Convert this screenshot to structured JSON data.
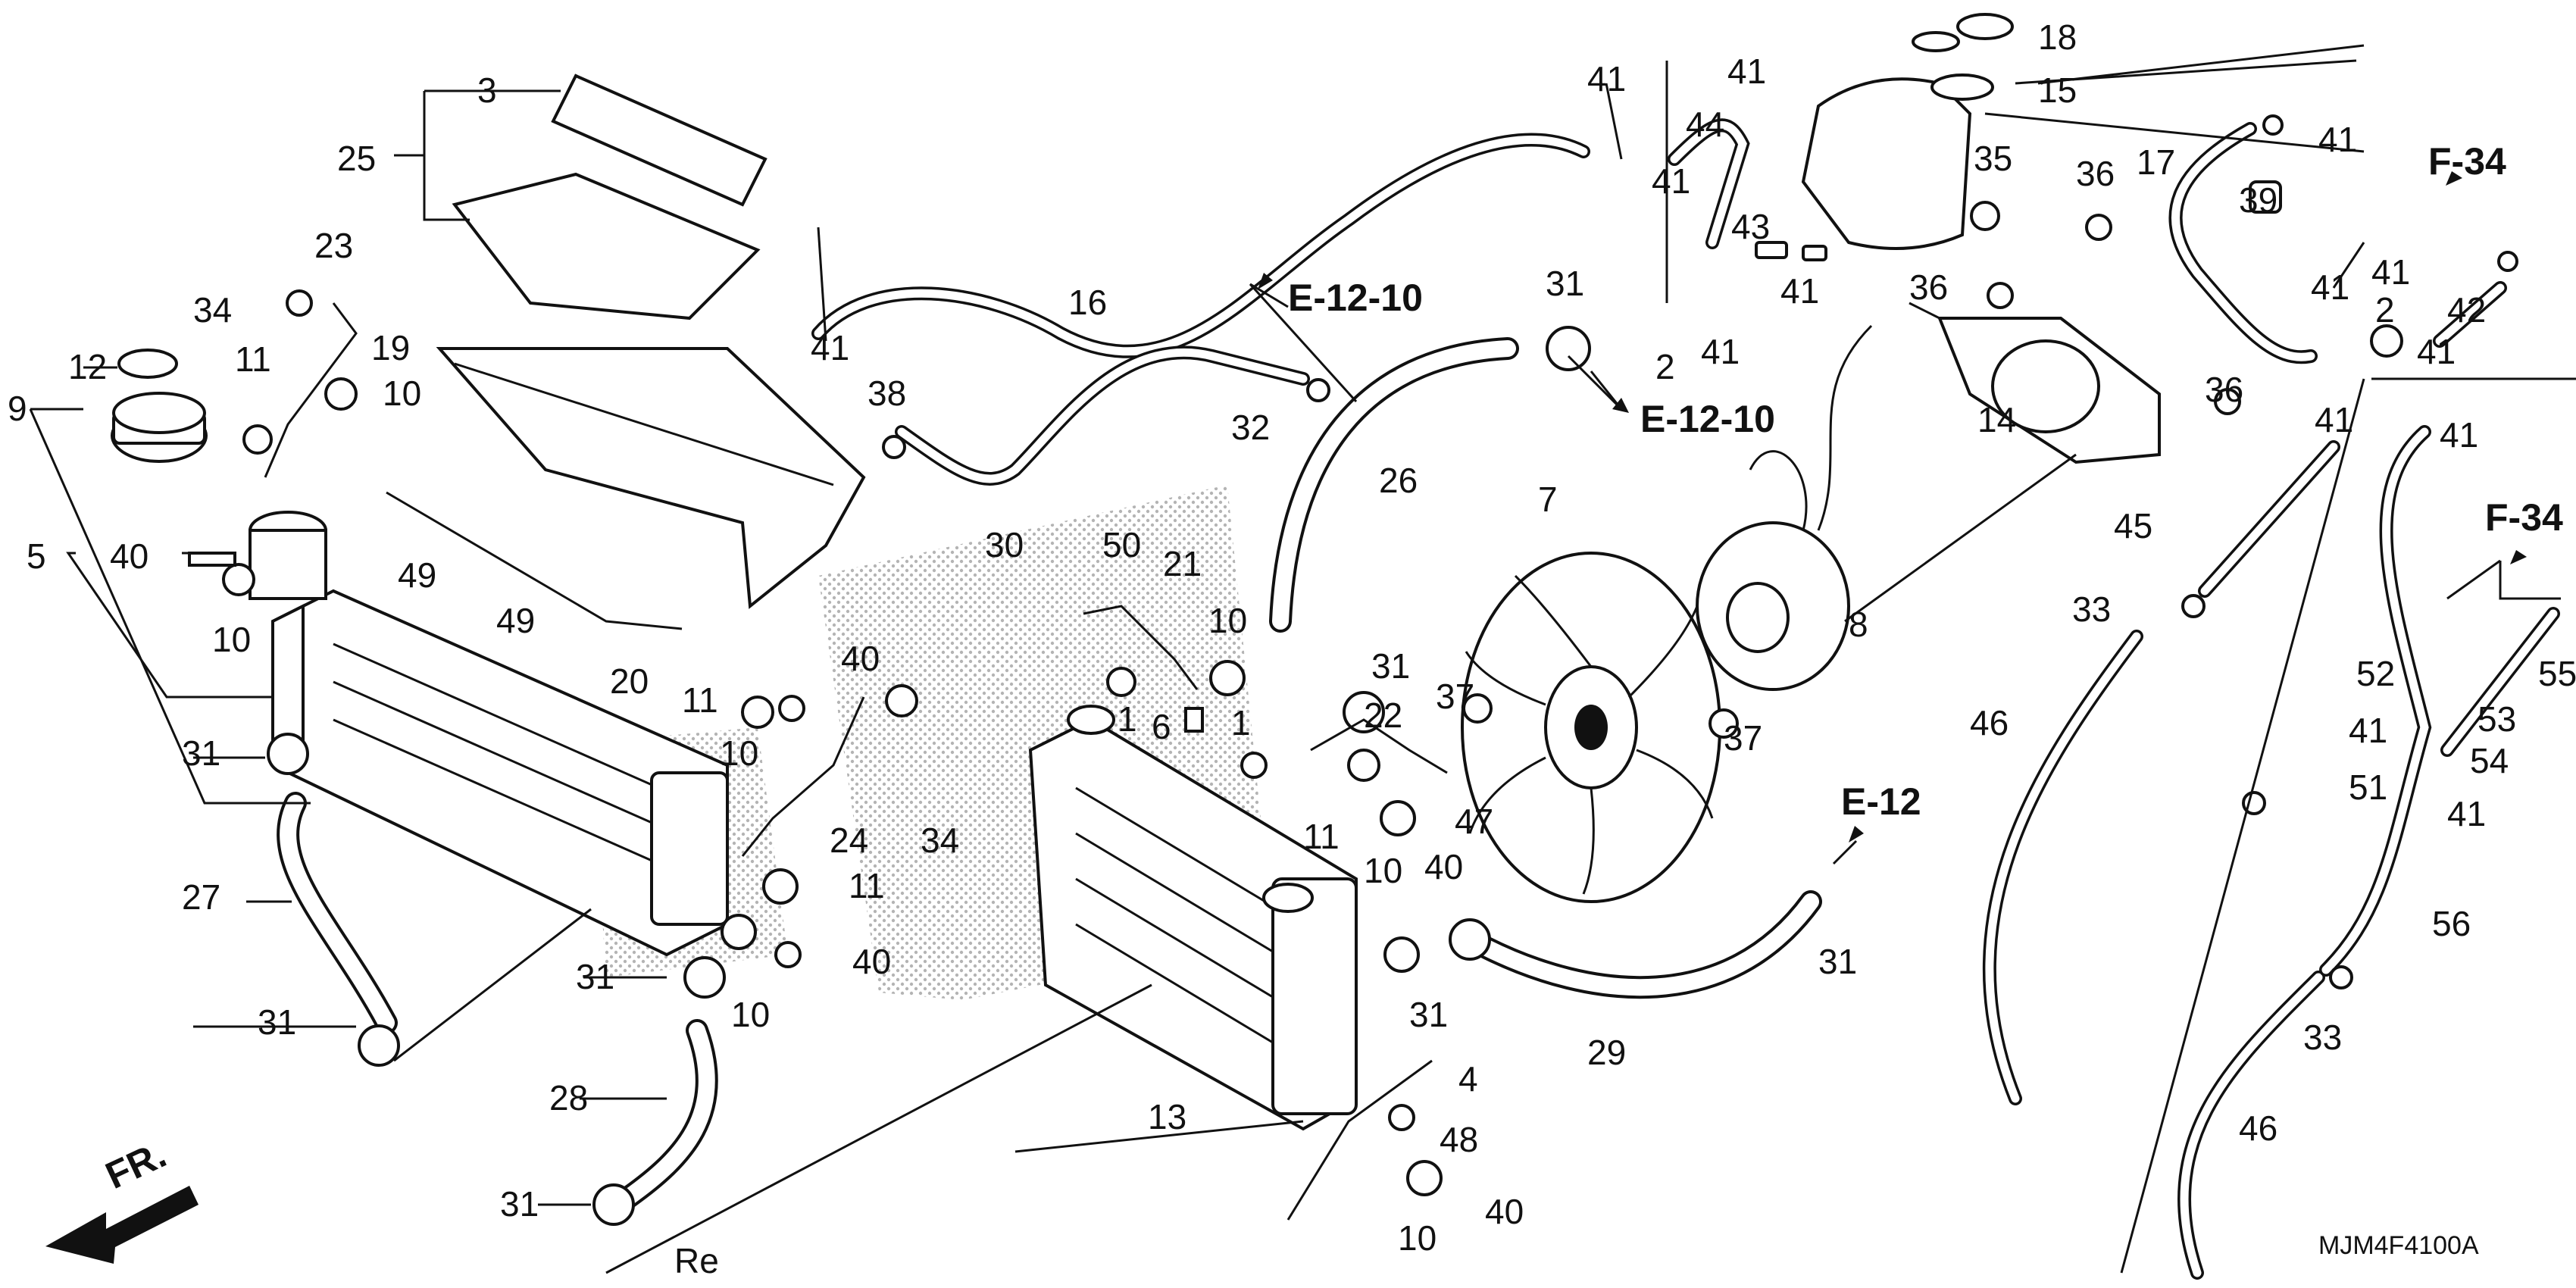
{
  "labels": [
    "1",
    "2",
    "3",
    "4",
    "5",
    "6",
    "7",
    "8",
    "9",
    "10",
    "11",
    "12",
    "13",
    "14",
    "15",
    "16",
    "17",
    "18",
    "19",
    "20",
    "21",
    "22",
    "23",
    "24",
    "25",
    "26",
    "27",
    "28",
    "29",
    "30",
    "31",
    "32",
    "33",
    "34",
    "35",
    "36",
    "37",
    "38",
    "39",
    "40",
    "41",
    "42",
    "43",
    "44",
    "45",
    "46",
    "47",
    "48",
    "49",
    "50",
    "51",
    "52",
    "53",
    "54",
    "55",
    "56"
  ],
  "refs": {
    "e_12_10": "E-12-10",
    "e_12": "E-12",
    "f_34": "F-34"
  },
  "direction": "FR.",
  "footer_mark": "Re",
  "diagram_code": "MJM4F4100A"
}
